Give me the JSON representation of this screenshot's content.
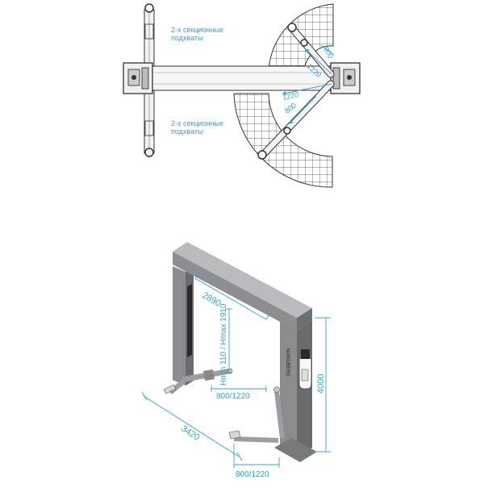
{
  "top_view": {
    "label_upper": [
      "2-х секционные",
      "подхваты"
    ],
    "label_lower": [
      "2-х секционные",
      "подхваты"
    ],
    "dim_upper_long": "1220",
    "dim_upper_short": "800",
    "dim_lower_long": "1220",
    "dim_lower_short": "800"
  },
  "iso_view": {
    "width_dim": "2890",
    "height_range": "Hmin 110 / Hmax 1910",
    "total_height": "4000",
    "base_width": "3420",
    "arm_dim_inner": "800/1220",
    "arm_dim_outer": "800/1220",
    "brand": "NORDBERG"
  },
  "colors": {
    "accent": "#2fa3d8",
    "post": "#7d7f83",
    "post_dark": "#5e6064",
    "post_light": "#a3a5a8",
    "grid": "#444444"
  }
}
